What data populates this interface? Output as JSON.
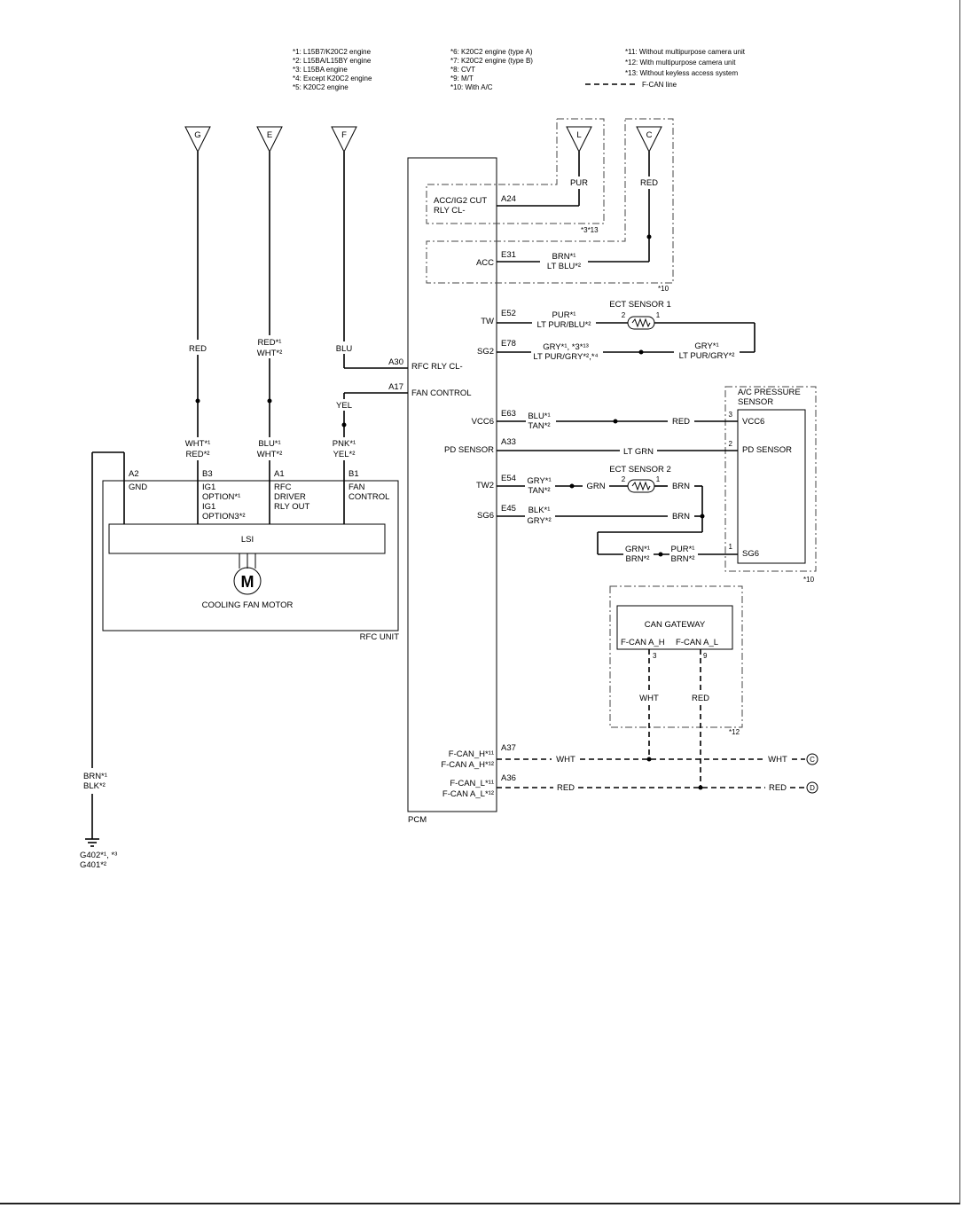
{
  "legend": {
    "col1": [
      "*1: L15B7/K20C2 engine",
      "*2: L15BA/L15BY engine",
      "*3: L15BA engine",
      "*4: Except K20C2 engine",
      "*5: K20C2 engine"
    ],
    "col2": [
      "*6: K20C2 engine (type A)",
      "*7: K20C2 engine (type B)",
      "*8: CVT",
      "*9: M/T",
      "*10: With A/C"
    ],
    "col3": [
      "*11: Without multipurpose camera unit",
      "*12: With multipurpose camera unit",
      "*13: Without keyless access system",
      "F-CAN line"
    ]
  },
  "connectors": {
    "g": "G",
    "e": "E",
    "f": "F",
    "l": "L",
    "c": "C"
  },
  "wires": {
    "g_upper": "RED",
    "e_upper_1": "RED*¹",
    "e_upper_2": "WHT*²",
    "f_upper": "BLU",
    "g_lower_1": "WHT*¹",
    "g_lower_2": "RED*²",
    "e_lower_1": "BLU*¹",
    "e_lower_2": "WHT*²",
    "a17_down": "YEL",
    "f_lower_1": "PNK*¹",
    "f_lower_2": "YEL*²",
    "ground_1": "BRN*¹",
    "ground_2": "BLK*²",
    "l_wire": "PUR",
    "c_wire": "RED",
    "acc_1": "BRN*¹",
    "acc_2": "LT BLU*²",
    "tw_1": "PUR*¹",
    "tw_2": "LT PUR/BLU*²",
    "sg2_1": "GRY*¹, *3*¹³",
    "sg2_2": "LT PUR/GRY*²,*⁴",
    "sg2_r1": "GRY*¹",
    "sg2_r2": "LT PUR/GRY*²",
    "vcc6_1": "BLU*¹",
    "vcc6_2": "TAN*²",
    "vcc6_r": "RED",
    "pd": "LT GRN",
    "tw2_1": "GRY*¹",
    "tw2_2": "TAN*²",
    "tw2_m": "GRN",
    "tw2_r": "BRN",
    "sg6_1": "BLK*¹",
    "sg6_2": "GRY*²",
    "sg6_r": "BRN",
    "ret_1": "GRN*¹",
    "ret_2": "BRN*²",
    "ret_3": "PUR*¹",
    "ret_4": "BRN*²",
    "gw_h": "WHT",
    "gw_l": "RED",
    "can_h": "WHT",
    "can_h_r": "WHT",
    "can_l": "RED",
    "can_l_r": "RED"
  },
  "pcm": {
    "label": "PCM",
    "acc_relay_1": "ACC/IG2 CUT",
    "acc_relay_2": "RLY CL-",
    "a24": "A24",
    "acc": "ACC",
    "e31": "E31",
    "tw": "TW",
    "e52": "E52",
    "sg2": "SG2",
    "e78": "E78",
    "a30": "A30",
    "rfc_rly": "RFC RLY CL-",
    "a17": "A17",
    "fan_control": "FAN CONTROL",
    "vcc6": "VCC6",
    "e63": "E63",
    "pd_sensor": "PD SENSOR",
    "a33": "A33",
    "tw2": "TW2",
    "e54": "E54",
    "sg6": "SG6",
    "e45": "E45",
    "fcan_h_1": "F-CAN_H*¹¹",
    "fcan_h_2": "F-CAN A_H*¹²",
    "a37": "A37",
    "fcan_l_1": "F-CAN_L*¹¹",
    "fcan_l_2": "F-CAN A_L*¹²",
    "a36": "A36"
  },
  "notes": {
    "n313": "*3*13",
    "n10a": "*10",
    "n10b": "*10",
    "n12": "*12"
  },
  "rfc": {
    "label": "RFC UNIT",
    "lsi": "LSI",
    "motor_symbol": "M",
    "motor": "COOLING FAN MOTOR",
    "a2": "A2",
    "gnd": "GND",
    "b3": "B3",
    "ig1_opt_1": "IG1",
    "ig1_opt_2": "OPTION*¹",
    "ig1_opt_3": "IG1",
    "ig1_opt_4": "OPTION3*²",
    "a1": "A1",
    "rfc_drv_1": "RFC",
    "rfc_drv_2": "DRIVER",
    "rfc_drv_3": "RLY OUT",
    "b1": "B1",
    "fan_ctl_1": "FAN",
    "fan_ctl_2": "CONTROL"
  },
  "ect1": {
    "label": "ECT SENSOR 1",
    "pin2": "2",
    "pin1": "1"
  },
  "ect2": {
    "label": "ECT SENSOR 2",
    "pin2": "2",
    "pin1": "1"
  },
  "ac": {
    "title_1": "A/C PRESSURE",
    "title_2": "SENSOR",
    "pin3": "3",
    "vcc6": "VCC6",
    "pin2": "2",
    "pd": "PD SENSOR",
    "pin1": "1",
    "sg6": "SG6"
  },
  "gateway": {
    "label": "CAN GATEWAY",
    "fcan_h": "F-CAN A_H",
    "fcan_l": "F-CAN A_L",
    "pin3": "3",
    "pin9": "9"
  },
  "ground": {
    "label_1": "G402*¹, *³",
    "label_2": "G401*²"
  },
  "offpage": {
    "c": "C",
    "d": "D"
  }
}
